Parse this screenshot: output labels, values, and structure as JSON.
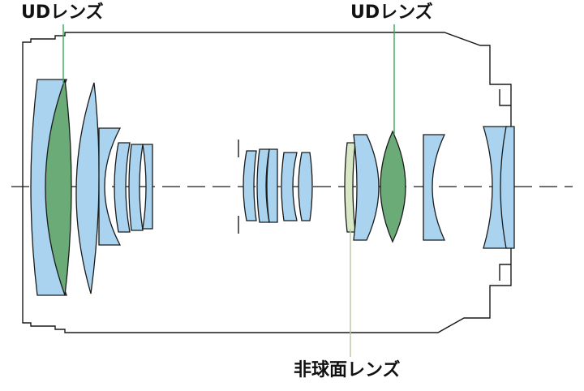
{
  "labels": {
    "ud_lens_front": "UDレンズ",
    "ud_lens_rear": "UDレンズ",
    "aspherical_lens": "非球面レンズ"
  },
  "colors": {
    "standard_lens": "#a9d3ee",
    "ud_lens": "#6aab78",
    "aspherical_lens": "#d8e8c7",
    "ud_leader": "#3aa55a",
    "aspherical_leader": "#b9c7a4",
    "outline": "#1a1a1a"
  }
}
